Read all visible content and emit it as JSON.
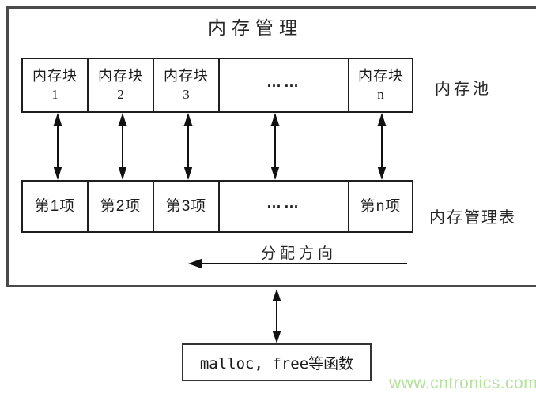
{
  "page": {
    "title": "内存管理",
    "watermark": "www.cntronics.com"
  },
  "pool": {
    "side_label": "内存池",
    "cells": [
      {
        "line1": "内存块",
        "line2": "1"
      },
      {
        "line1": "内存块",
        "line2": "2"
      },
      {
        "line1": "内存块",
        "line2": "3"
      },
      {
        "ellipsis": "……"
      },
      {
        "line1": "内存块",
        "line2": "n"
      }
    ]
  },
  "table": {
    "side_label": "内存管理表",
    "cells": [
      {
        "label": "第1项"
      },
      {
        "label": "第2项"
      },
      {
        "label": "第3项"
      },
      {
        "ellipsis": "……"
      },
      {
        "label": "第n项"
      }
    ]
  },
  "allocation": {
    "label": "分配方向",
    "direction": "left"
  },
  "functions": {
    "label": "malloc, free等函数"
  },
  "colors": {
    "line": "#1f1f1f",
    "frame": "#4a4a4a",
    "watermark_green": "#b4e19c"
  }
}
